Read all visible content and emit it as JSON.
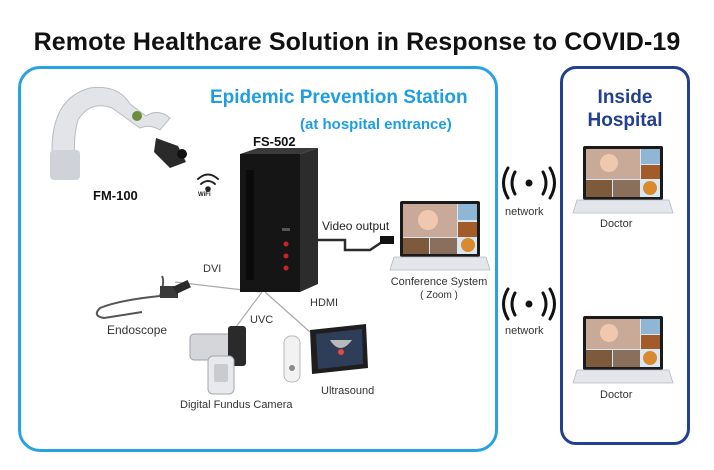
{
  "title": "Remote Healthcare Solution in Response to COVID-19",
  "station": {
    "title": "Epidemic Prevention Station",
    "subtitle": "(at hospital entrance)"
  },
  "hospital": {
    "title_line1": "Inside",
    "title_line2": "Hospital"
  },
  "devices": {
    "headset": "FM-100",
    "wifi": "WiFi",
    "pc": "FS-502",
    "video_output": "Video output",
    "conference_line1": "Conference System",
    "conference_line2": "( Zoom )",
    "endoscope": "Endoscope",
    "fundus": "Digital Fundus Camera",
    "ultrasound": "Ultrasound",
    "dvi": "DVI",
    "uvc": "UVC",
    "hdmi": "HDMI"
  },
  "network": {
    "label_top": "network",
    "label_bottom": "network"
  },
  "doctors": {
    "top": "Doctor",
    "bottom": "Doctor"
  },
  "colors": {
    "station_border": "#29a3e0",
    "hospital_border": "#23408e",
    "station_title": "#1e9ee0",
    "hospital_title": "#23408e"
  }
}
